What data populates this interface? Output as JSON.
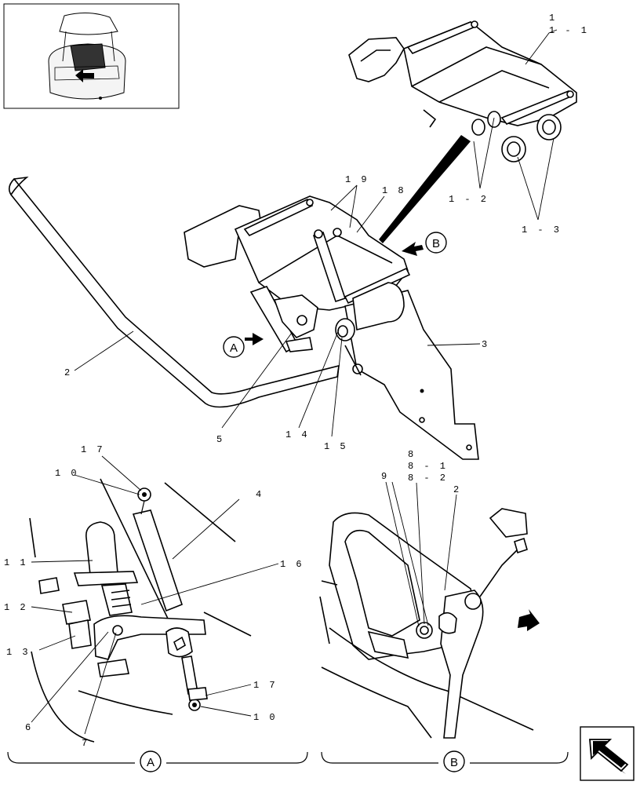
{
  "callouts": [
    {
      "id": "c1",
      "text": "1"
    },
    {
      "id": "c1_1",
      "text": "1 - 1"
    },
    {
      "id": "c1_2",
      "text": "1 - 2"
    },
    {
      "id": "c1_3",
      "text": "1 - 3"
    },
    {
      "id": "c19",
      "text": "1 9"
    },
    {
      "id": "c18",
      "text": "1 8"
    },
    {
      "id": "c3",
      "text": "3"
    },
    {
      "id": "c2",
      "text": "2"
    },
    {
      "id": "c5",
      "text": "5"
    },
    {
      "id": "c14",
      "text": "1 4"
    },
    {
      "id": "c15",
      "text": "1 5"
    },
    {
      "id": "c17a",
      "text": "1 7"
    },
    {
      "id": "c10a",
      "text": "1 0"
    },
    {
      "id": "c4",
      "text": "4"
    },
    {
      "id": "c11",
      "text": "1 1"
    },
    {
      "id": "c16",
      "text": "1 6"
    },
    {
      "id": "c12",
      "text": "1 2"
    },
    {
      "id": "c13",
      "text": "1 3"
    },
    {
      "id": "c6",
      "text": "6"
    },
    {
      "id": "c7",
      "text": "7"
    },
    {
      "id": "c17b",
      "text": "1 7"
    },
    {
      "id": "c10b",
      "text": "1 0"
    },
    {
      "id": "c8",
      "text": "8"
    },
    {
      "id": "c8_1",
      "text": "8 - 1"
    },
    {
      "id": "c8_2",
      "text": "8 - 2"
    },
    {
      "id": "c9",
      "text": "9"
    },
    {
      "id": "c2b",
      "text": "2"
    }
  ],
  "view_markers": {
    "a_arrow": "A",
    "b_arrow": "B",
    "detail_a": "A",
    "detail_b": "B"
  }
}
